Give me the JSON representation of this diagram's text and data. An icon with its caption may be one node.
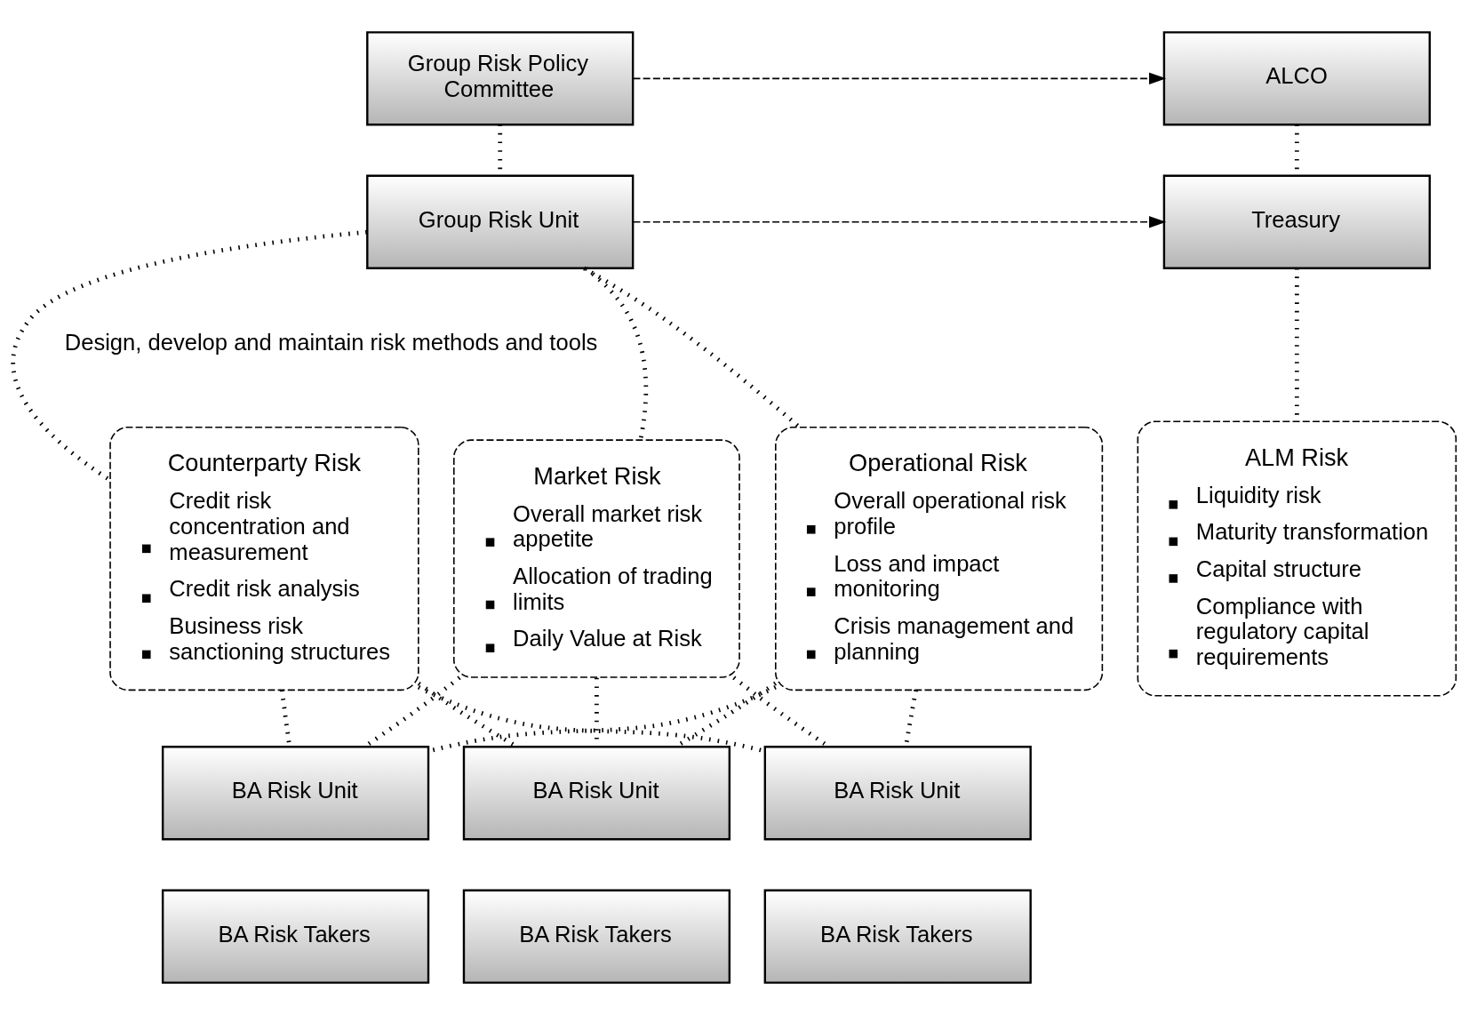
{
  "diagram": {
    "nodes": [
      {
        "text": [
          "Group Risk Policy Committee"
        ]
      },
      {
        "text": [
          "ALCO"
        ]
      },
      {
        "text": [
          "Group Risk Unit"
        ]
      },
      {
        "text": [
          "Treasury"
        ]
      },
      {
        "text": [
          "Market Risk",
          "Overall market risk appetite",
          "Allocation of trading limits",
          "Daily Value at Risk"
        ]
      },
      {
        "text": [
          "Counterparty Risk",
          "Credit risk concentration and measurement",
          "Credit risk analysis",
          "Business risk sanctioning structures"
        ]
      },
      {
        "text": [
          "Operational Risk",
          "Overall operational risk profile",
          "Loss and impact monitoring",
          "Crisis management and planning"
        ]
      },
      {
        "text": [
          "ALM Risk",
          "Liquidity risk",
          "Maturity transformation",
          "Capital structure",
          "Compliance with regulatory capital requirements"
        ]
      },
      {
        "text": [
          "BA Risk Unit"
        ]
      },
      {
        "text": [
          "BA Risk Unit"
        ]
      },
      {
        "text": [
          "BA Risk Unit"
        ]
      },
      {
        "text": [
          "BA Risk Takers"
        ]
      },
      {
        "text": [
          "BA Risk Takers"
        ]
      },
      {
        "text": [
          "BA Risk Takers"
        ]
      }
    ],
    "edges": [
      {
        "from": 0,
        "to": 1,
        "arrow": "to",
        "style": "dashed"
      },
      {
        "from": 0,
        "to": 2,
        "arrow": "none"
      },
      {
        "from": 1,
        "to": 3,
        "arrow": "none"
      },
      {
        "from": 2,
        "to": 3,
        "arrow": "to",
        "style": "dashed"
      },
      {
        "from": 2,
        "to": 4,
        "arrow": "none"
      },
      {
        "from": 2,
        "to": 5,
        "arrow": "none"
      },
      {
        "from": 2,
        "to": 6,
        "arrow": "none"
      },
      {
        "from": 3,
        "to": 7,
        "arrow": "none"
      },
      {
        "from": 4,
        "to": 8,
        "arrow": "none"
      },
      {
        "from": 4,
        "to": 9,
        "arrow": "none"
      },
      {
        "from": 4,
        "to": 10,
        "arrow": "none"
      },
      {
        "from": 5,
        "to": 8,
        "arrow": "none"
      },
      {
        "from": 5,
        "to": 9,
        "arrow": "none"
      },
      {
        "from": 5,
        "to": 10,
        "arrow": "none"
      },
      {
        "from": 6,
        "to": 8,
        "arrow": "none"
      },
      {
        "from": 6,
        "to": 9,
        "arrow": "none"
      },
      {
        "from": 6,
        "to": 10,
        "arrow": "none"
      }
    ],
    "labels": [
      "Design, develop and maintain risk methods and tools"
    ]
  }
}
